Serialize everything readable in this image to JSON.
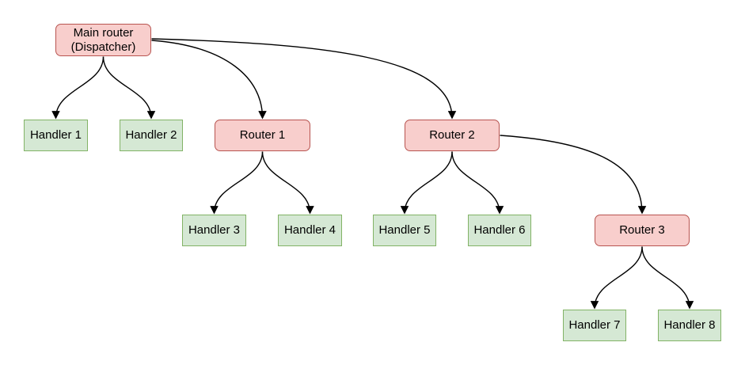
{
  "diagram": {
    "background_color": "#ffffff",
    "edge_color": "#000000",
    "node_styles": {
      "router": {
        "fill": "#f8cecc",
        "stroke": "#b85450",
        "shape": "rounded-rectangle"
      },
      "handler": {
        "fill": "#d5e8d4",
        "stroke": "#82b366",
        "shape": "rectangle"
      }
    },
    "nodes": [
      {
        "id": "main-router",
        "type": "router",
        "label": "Main router\n(Dispatcher)"
      },
      {
        "id": "handler-1",
        "type": "handler",
        "label": "Handler 1"
      },
      {
        "id": "handler-2",
        "type": "handler",
        "label": "Handler 2"
      },
      {
        "id": "router-1",
        "type": "router",
        "label": "Router 1"
      },
      {
        "id": "router-2",
        "type": "router",
        "label": "Router 2"
      },
      {
        "id": "handler-3",
        "type": "handler",
        "label": "Handler 3"
      },
      {
        "id": "handler-4",
        "type": "handler",
        "label": "Handler 4"
      },
      {
        "id": "handler-5",
        "type": "handler",
        "label": "Handler 5"
      },
      {
        "id": "handler-6",
        "type": "handler",
        "label": "Handler 6"
      },
      {
        "id": "router-3",
        "type": "router",
        "label": "Router 3"
      },
      {
        "id": "handler-7",
        "type": "handler",
        "label": "Handler 7"
      },
      {
        "id": "handler-8",
        "type": "handler",
        "label": "Handler 8"
      }
    ],
    "edges": [
      {
        "from": "main-router",
        "to": "handler-1"
      },
      {
        "from": "main-router",
        "to": "handler-2"
      },
      {
        "from": "main-router",
        "to": "router-1"
      },
      {
        "from": "main-router",
        "to": "router-2"
      },
      {
        "from": "router-1",
        "to": "handler-3"
      },
      {
        "from": "router-1",
        "to": "handler-4"
      },
      {
        "from": "router-2",
        "to": "handler-5"
      },
      {
        "from": "router-2",
        "to": "handler-6"
      },
      {
        "from": "router-2",
        "to": "router-3"
      },
      {
        "from": "router-3",
        "to": "handler-7"
      },
      {
        "from": "router-3",
        "to": "handler-8"
      }
    ]
  }
}
